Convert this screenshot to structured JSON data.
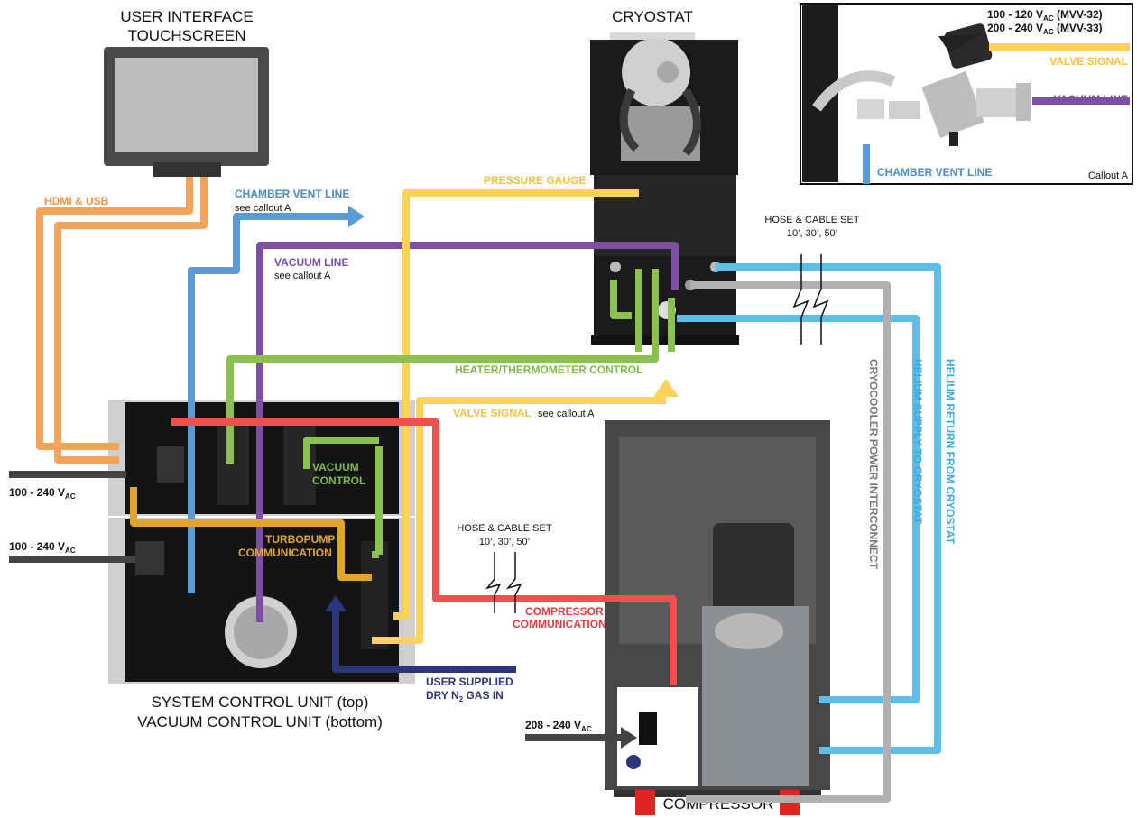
{
  "titles": {
    "touchscreen_line1": "USER INTERFACE",
    "touchscreen_line2": "TOUCHSCREEN",
    "cryostat": "CRYOSTAT",
    "control_unit_line1": "SYSTEM CONTROL UNIT (top)",
    "control_unit_line2": "VACUUM CONTROL UNIT (bottom)",
    "compressor": "COMPRESSOR"
  },
  "labels": {
    "hdmi_usb": "HDMI & USB",
    "chamber_vent_line": "CHAMBER VENT LINE",
    "chamber_vent_sub": "see callout A",
    "vacuum_line": "VACUUM LINE",
    "vacuum_line_sub": "see callout A",
    "pressure_gauge": "PRESSURE GAUGE",
    "heater_thermometer": "HEATER/THERMOMETER CONTROL",
    "valve_signal": "VALVE SIGNAL",
    "valve_signal_sub": "see callout A",
    "vacuum_control_1": "VACUUM",
    "vacuum_control_2": "CONTROL",
    "turbopump_1": "TURBOPUMP",
    "turbopump_2": "COMMUNICATION",
    "compressor_comm_1": "COMPRESSOR",
    "compressor_comm_2": "COMMUNICATION",
    "n2_line1": "USER SUPPLIED",
    "n2_line2_pre": "DRY N",
    "n2_line2_sub": "2",
    "n2_line2_post": " GAS IN",
    "hose_set_top_1": "HOSE & CABLE SET",
    "hose_set_top_2": "10’, 30’, 50’",
    "hose_set_mid_1": "HOSE & CABLE SET",
    "hose_set_mid_2": "10’, 30’, 50’",
    "cryocooler_power": "CRYOCOOLER POWER INTERCONNECT",
    "helium_supply": "HELIUM SUPPLY TO CRYOSTAT",
    "helium_return": "HELIUM RETURN FROM CRYOSTAT"
  },
  "power": {
    "top_value": "100 - 240 V",
    "top_sub": "AC",
    "mid_value": "100 - 240 V",
    "mid_sub": "AC",
    "compressor_value": "208 - 240 V",
    "compressor_sub": "AC"
  },
  "callout": {
    "v1_value": "100 - 120 V",
    "v1_sub": "AC",
    "v1_model": " (MVV-32)",
    "v2_value": "200 - 240 V",
    "v2_sub": "AC",
    "v2_model": " (MVV-33)",
    "valve_signal": "VALVE SIGNAL",
    "vacuum_line": "VACUUM LINE",
    "chamber_vent_line": "CHAMBER VENT LINE",
    "name": "Callout A"
  },
  "colors": {
    "hdmi": "#f4a35a",
    "vent": "#5b9bd5",
    "vacuum": "#7b4fa2",
    "gauge": "#fdd25c",
    "heater": "#8cc152",
    "compressor_comm": "#ee4f4f",
    "helium": "#5ebde9",
    "cryocooler": "#b0b0b0",
    "n2": "#2b3577",
    "power_cable": "#444444",
    "label_orange": "#f0954a",
    "label_blue": "#4a8cc8",
    "label_purple": "#7b4fa2",
    "label_yellow": "#f5c242",
    "label_green": "#7dbb4a",
    "label_turbo": "#e0a52a",
    "label_red": "#e03c3c",
    "label_navy": "#2b3577",
    "label_grey": "#777777",
    "label_helium": "#3fa9de"
  }
}
